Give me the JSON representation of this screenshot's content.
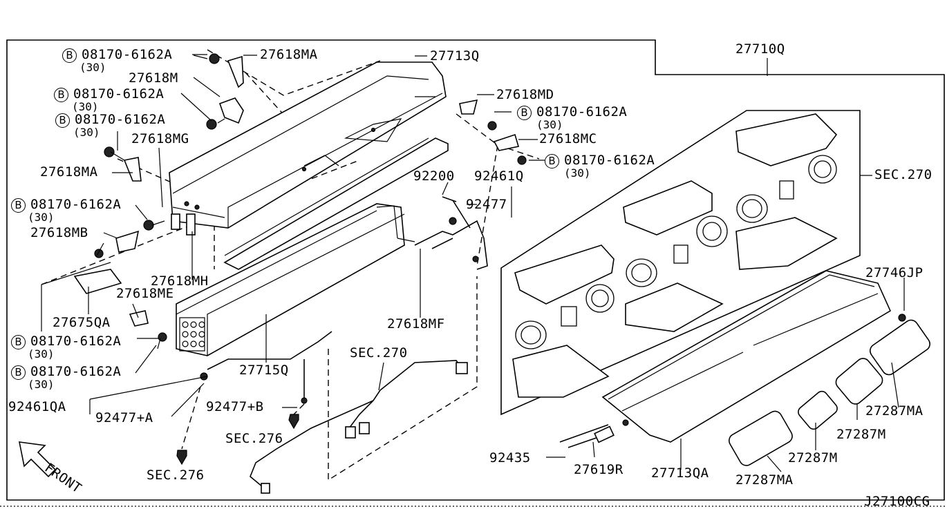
{
  "diagram_id": "J27100CG",
  "bolt_symbol": "B",
  "bolt_qty": "(30)",
  "labels": {
    "b1": "08170-6162A",
    "p27618ma_top": "27618MA",
    "p27713q": "27713Q",
    "p27710q": "27710Q",
    "p27618m": "27618M",
    "b2": "08170-6162A",
    "p27618md": "27618MD",
    "b3": "08170-6162A",
    "b4": "08170-6162A",
    "p27618mc": "27618MC",
    "p27618mg": "27618MG",
    "b5": "08170-6162A",
    "p27618ma_left": "27618MA",
    "sec270_right": "SEC.270",
    "p92200": "92200",
    "p92461q": "92461Q",
    "b6": "08170-6162A",
    "p92477": "92477",
    "p27618mb": "27618MB",
    "p27746jp": "27746JP",
    "p27618mh": "27618MH",
    "p27618me": "27618ME",
    "p27675qa": "27675QA",
    "p27618mf": "27618MF",
    "b7": "08170-6162A",
    "sec270_mid": "SEC.270",
    "b8": "08170-6162A",
    "p27715q": "27715Q",
    "p92461qa": "92461QA",
    "p92477b": "92477+B",
    "p92477a": "92477+A",
    "sec276_mid": "SEC.276",
    "p27287ma_right": "27287MA",
    "p27287m_right": "27287M",
    "front": "FRONT",
    "sec276_bottom": "SEC.276",
    "p92435": "92435",
    "p27619r": "27619R",
    "p27713qa": "27713QA",
    "p27287m_bottom": "27287M",
    "p27287ma_bottom": "27287MA"
  }
}
